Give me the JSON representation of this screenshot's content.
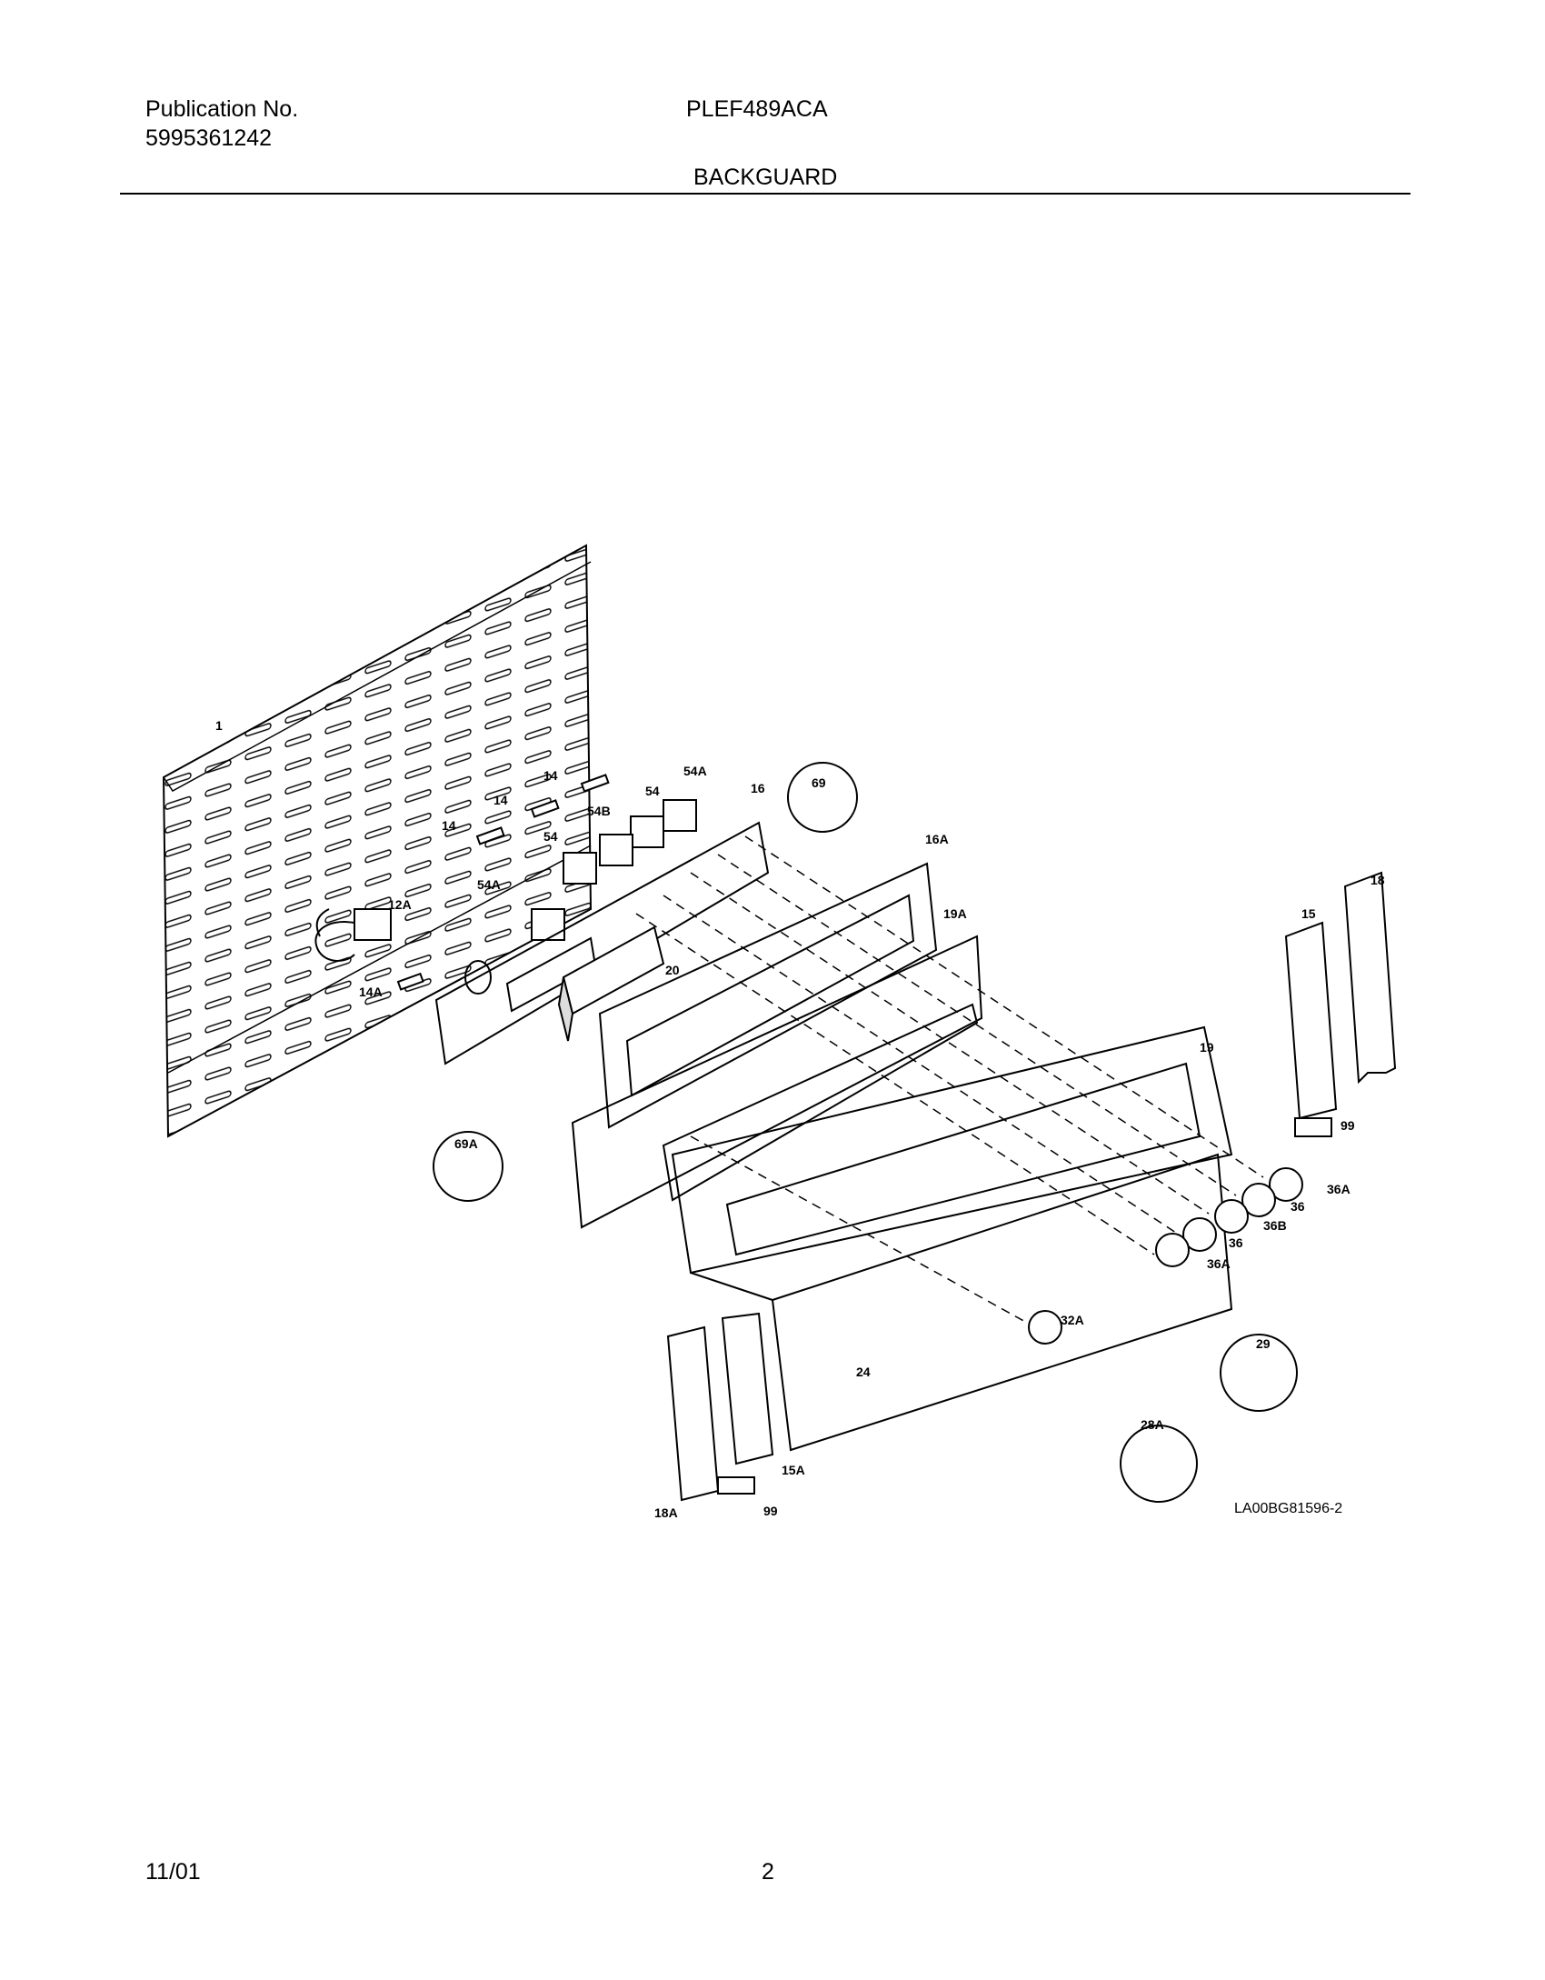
{
  "header": {
    "publication_label": "Publication No.",
    "publication_number": "5995361242",
    "model": "PLEF489ACA",
    "section_title": "BACKGUARD"
  },
  "diagram": {
    "drawing_code": "LA00BG81596-2",
    "callouts": {
      "c1": "1",
      "c12A": "12A",
      "c14a": "14",
      "c14b": "14",
      "c14c": "14",
      "c14A": "14A",
      "c15": "15",
      "c15A": "15A",
      "c16": "16",
      "c16A": "16A",
      "c18": "18",
      "c18A": "18A",
      "c19": "19",
      "c19A": "19A",
      "c20": "20",
      "c24": "24",
      "c28A": "28A",
      "c29": "29",
      "c32A": "32A",
      "c36a": "36",
      "c36b": "36",
      "c36A1": "36A",
      "c36A2": "36A",
      "c36B": "36B",
      "c54a": "54",
      "c54b": "54",
      "c54A1": "54A",
      "c54A2": "54A",
      "c54B": "54B",
      "c69": "69",
      "c69A": "69A",
      "c99a": "99",
      "c99b": "99"
    }
  },
  "footer": {
    "date": "11/01",
    "page": "2"
  }
}
